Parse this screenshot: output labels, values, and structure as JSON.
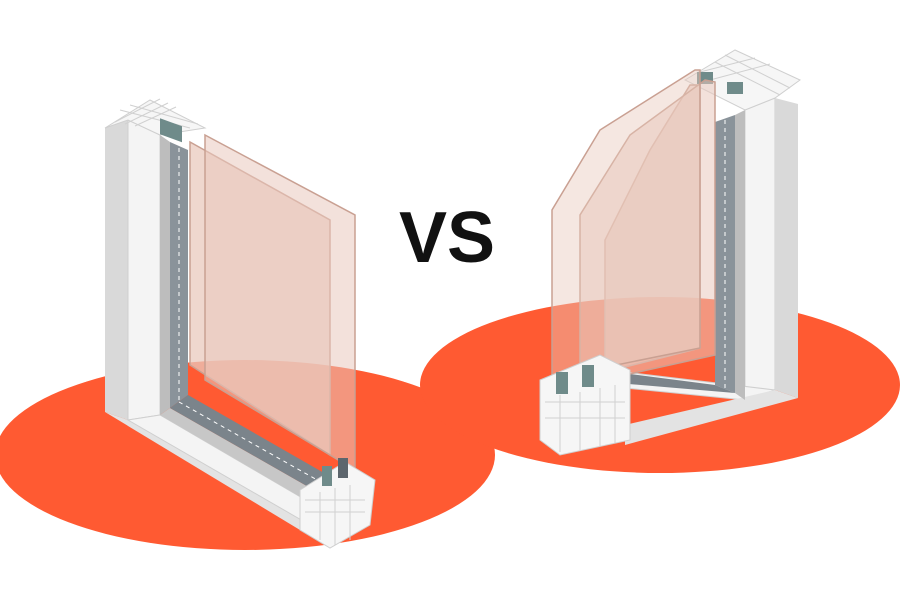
{
  "comparison": {
    "label": "VS"
  },
  "left_window": {
    "name": "double-glazed-window-section",
    "panes": 2
  },
  "right_window": {
    "name": "triple-glazed-window-section",
    "panes": 3
  },
  "colors": {
    "background": "#ffffff",
    "accent_floor": "#ff5a32",
    "frame_face": "#f4f4f4",
    "frame_side": "#d9d9d9",
    "frame_shadow": "#bdbdbd",
    "spacer": "#8a939a",
    "spacer_dark": "#5d666d",
    "seal": "#6f8b8a",
    "glass": "#e9c9bd",
    "glass_edge": "#c9a092",
    "text": "#111111"
  }
}
